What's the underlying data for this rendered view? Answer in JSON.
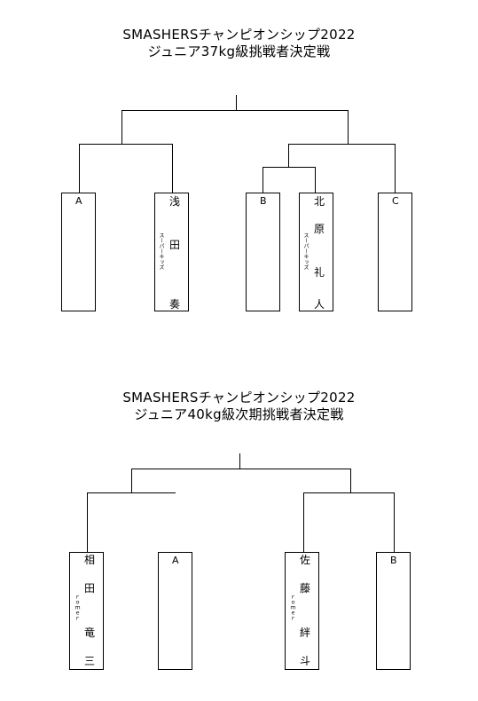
{
  "bracket1": {
    "title_line1": "SMASHERSチャンピオンシップ2022",
    "title_line2": "ジュニア37kg級挑戦者決定戦",
    "entries": [
      {
        "label": "A"
      },
      {
        "name_top": "浅",
        "name_mid": "田",
        "name_bot": "奏",
        "affil": "スーパーキッズ"
      },
      {
        "label": "B"
      },
      {
        "name_top": "北",
        "name_mid": "原",
        "name_bot": "礼",
        "name_bot2": "人",
        "affil": "スーパーキッズ"
      },
      {
        "label": "C"
      }
    ]
  },
  "bracket2": {
    "title_line1": "SMASHERSチャンピオンシップ2022",
    "title_line2": "ジュニア40kg級次期挑戦者決定戦",
    "entries": [
      {
        "name_top": "相",
        "name_mid": "田",
        "name_bot": "竜",
        "name_bot2": "三",
        "affil": "ｒｏｍｅｒ"
      },
      {
        "label": "A"
      },
      {
        "name_top": "佐",
        "name_mid": "藤",
        "name_bot": "絆",
        "name_bot2": "斗",
        "affil": "ｒｏｍｅｒ"
      },
      {
        "label": "B"
      }
    ]
  }
}
